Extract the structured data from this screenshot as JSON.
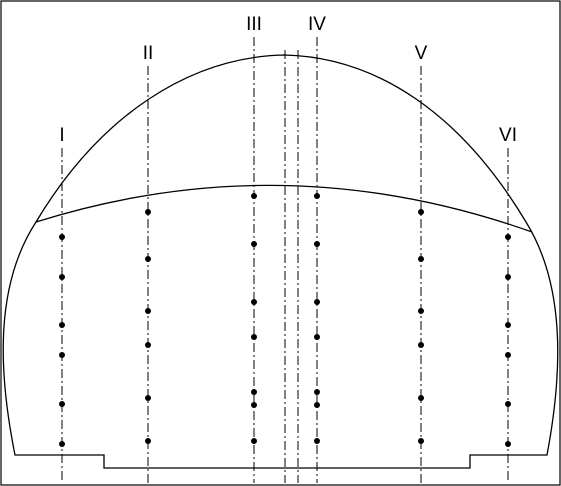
{
  "diagram": {
    "sections": [
      {
        "label": "I",
        "points": 6
      },
      {
        "label": "II",
        "points": 6
      },
      {
        "label": "III",
        "points": 7
      },
      {
        "label": "IV",
        "points": 7
      },
      {
        "label": "V",
        "points": 6
      },
      {
        "label": "VI",
        "points": 6
      }
    ]
  }
}
